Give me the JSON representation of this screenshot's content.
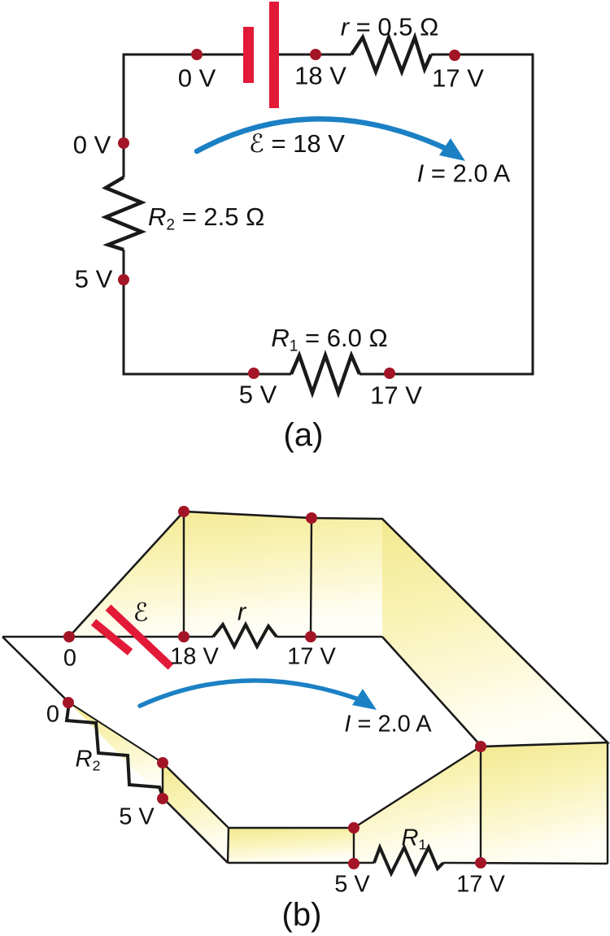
{
  "figure": {
    "colors": {
      "battery_red": "#e21a38",
      "node_dot": "#a31526",
      "current_blue": "#1b80c4",
      "wall_yellow": "#f3e88e",
      "line": "#1a1a1a"
    },
    "panel_a": {
      "caption": "(a)",
      "labels": {
        "v0_top": "0 V",
        "v18": "18 V",
        "v17_top": "17 V",
        "v0_left": "0 V",
        "v5_left": "5 V",
        "v5_bottom": "5 V",
        "v17_bottom": "17 V"
      },
      "r_label": {
        "var": "r",
        "rest": " = 0.5 Ω"
      },
      "r1_label": {
        "base": "R",
        "sub": "1",
        "rest": " = 6.0 Ω"
      },
      "r2_label": {
        "base": "R",
        "sub": "2",
        "rest": " = 2.5 Ω"
      },
      "emf_label": {
        "var": "ℰ",
        "rest": " = 18 V"
      },
      "current_label": {
        "var": "I",
        "rest": " = 2.0 A"
      }
    },
    "panel_b": {
      "caption": "(b)",
      "labels": {
        "v0_top": "0",
        "v18": "18 V",
        "v17_top": "17 V",
        "v0_left": "0",
        "v5_left": "5 V",
        "v5_bottom": "5 V",
        "v17_bottom": "17 V"
      },
      "r_label": {
        "var": "r"
      },
      "r1_label": {
        "base": "R",
        "sub": "1"
      },
      "r2_label": {
        "base": "R",
        "sub": "2"
      },
      "emf_label": {
        "var": "ℰ"
      },
      "current_label": {
        "var": "I",
        "rest": " = 2.0 A"
      }
    }
  }
}
